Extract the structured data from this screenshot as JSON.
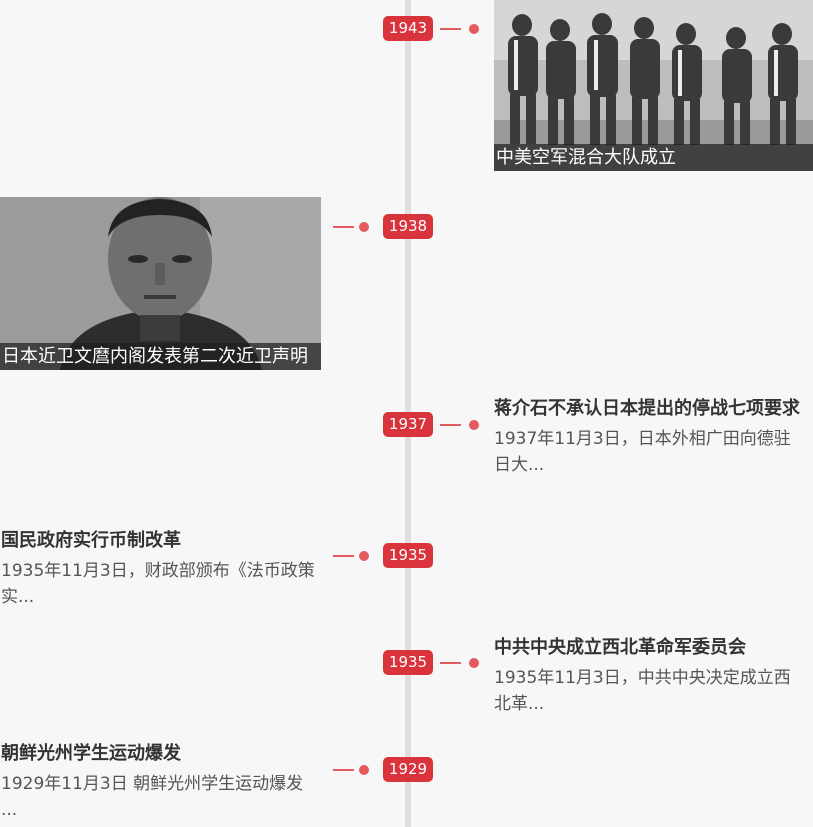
{
  "timeline": {
    "events": [
      {
        "year": "1943",
        "caption": "中美空军混合大队成立",
        "image": "soldiers-group-photo"
      },
      {
        "year": "1938",
        "caption": "日本近卫文麿内阁发表第二次近卫声明",
        "image": "portrait-photo"
      },
      {
        "year": "1937",
        "title": "蒋介石不承认日本提出的停战七项要求",
        "summary": "1937年11月3日，日本外相广田向德驻日大..."
      },
      {
        "year": "1935",
        "title": "国民政府实行币制改革",
        "summary": "1935年11月3日，财政部颁布《法币政策实..."
      },
      {
        "year": "1935",
        "title": "中共中央成立西北革命军委员会",
        "summary": "1935年11月3日，中共中央决定成立西北革..."
      },
      {
        "year": "1929",
        "title": "朝鲜光州学生运动爆发",
        "summary": "1929年11月3日 朝鲜光州学生运动爆发 ..."
      }
    ]
  },
  "colors": {
    "accent": "#d9343c",
    "connector": "#e35a5f",
    "axis": "#dedede",
    "background": "#f7f7f7"
  }
}
